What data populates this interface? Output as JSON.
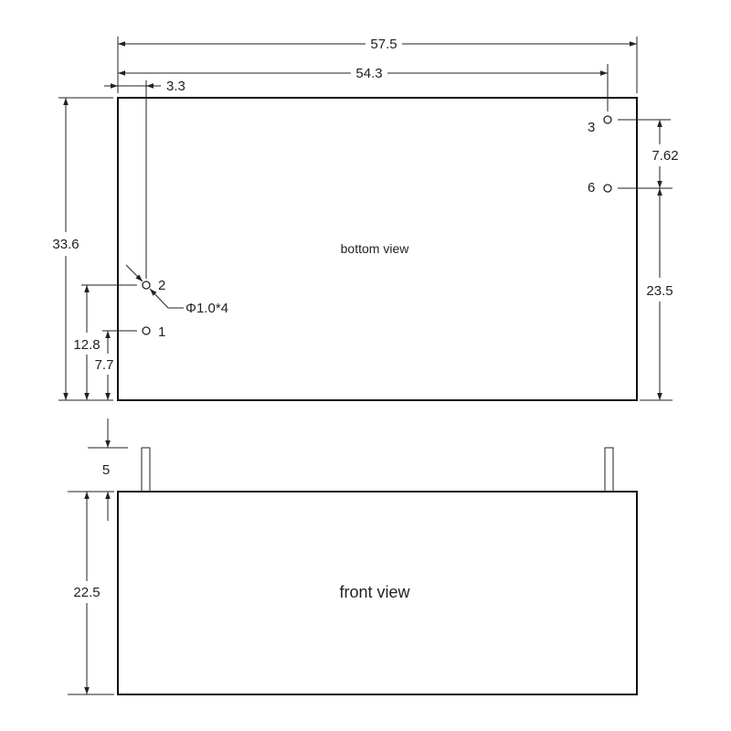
{
  "views": {
    "bottom": "bottom view",
    "front": "front view"
  },
  "dimensions": {
    "overall_length": "57.5",
    "pin_span": "54.3",
    "pin_offset_x": "3.3",
    "overall_width": "33.6",
    "pin2_y": "12.8",
    "pin1_y": "7.7",
    "pin3_6_pitch": "7.62",
    "pin6_y": "23.5",
    "pin_length": "5",
    "height": "22.5"
  },
  "pin_hole_note": "Φ1.0*4",
  "pins": {
    "p1": "1",
    "p2": "2",
    "p3": "3",
    "p6": "6"
  }
}
